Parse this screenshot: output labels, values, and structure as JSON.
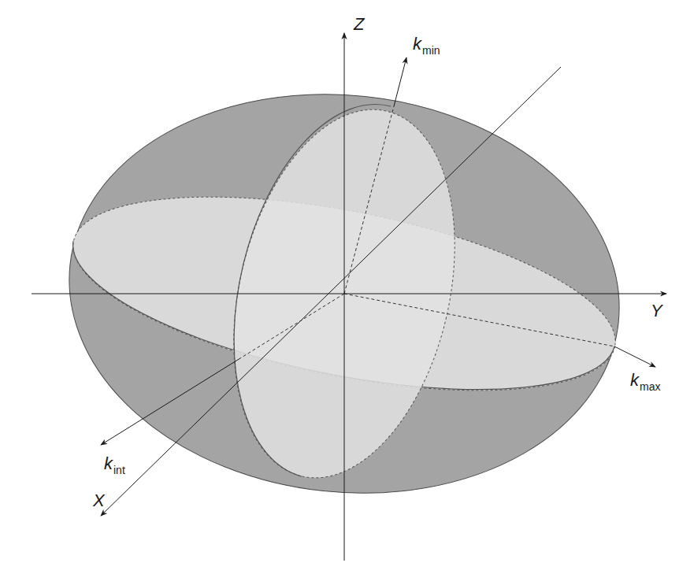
{
  "diagram": {
    "labels": [
      "Z",
      "kmin",
      "Y",
      "kmax",
      "kint",
      "X"
    ]
  }
}
